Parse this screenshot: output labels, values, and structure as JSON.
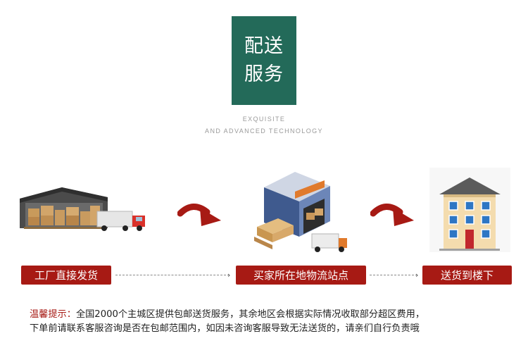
{
  "title": {
    "line1": "配送",
    "line2": "服务"
  },
  "subtitle": {
    "line1": "EXQUISITE",
    "line2": "AND ADVANCED TECHNOLOGY"
  },
  "steps": [
    {
      "label": "工厂直接发货"
    },
    {
      "label": "买家所在地物流站点"
    },
    {
      "label": "送货到楼下"
    }
  ],
  "notice": {
    "label": "温馨提示：",
    "line1": "全国2000个主城区提供包邮送货服务，其余地区会根据实际情况收取部分超区费用，",
    "line2": "下单前请联系客服咨询是否在包邮范围内，如因未咨询客服导致无法送货的，请亲们自行负责哦"
  },
  "colors": {
    "accent_green": "#236a59",
    "accent_red": "#a71a14"
  },
  "icons": [
    "warehouse-truck-illustration",
    "curved-arrow-icon",
    "logistics-station-illustration",
    "building-illustration"
  ]
}
